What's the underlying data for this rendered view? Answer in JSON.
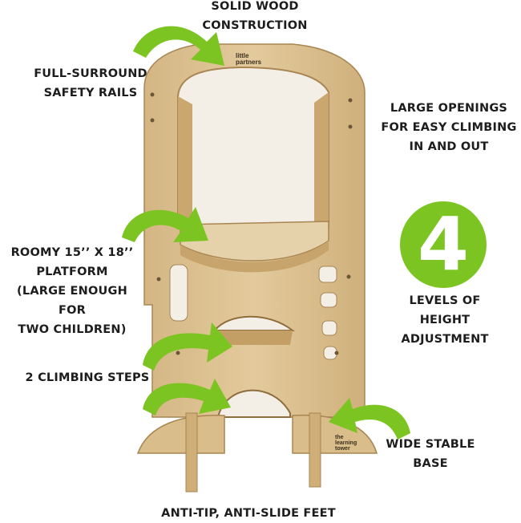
{
  "colors": {
    "accent_green": "#7cc421",
    "wood": "#dcc191",
    "wood_dark": "#b8955c",
    "text": "#1d1d1d"
  },
  "callouts": {
    "solid_wood": [
      "SOLID WOOD",
      "CONSTRUCTION"
    ],
    "safety_rails": [
      "FULL-SURROUND",
      "SAFETY RAILS"
    ],
    "large_openings": [
      "LARGE OPENINGS",
      "FOR EASY CLIMBING",
      "IN AND OUT"
    ],
    "platform": [
      "ROOMY 15’’ X 18’’",
      "PLATFORM",
      "(LARGE ENOUGH FOR",
      "TWO CHILDREN)"
    ],
    "levels": [
      "LEVELS OF",
      "HEIGHT",
      "ADJUSTMENT"
    ],
    "climbing_steps": [
      "2 CLIMBING STEPS"
    ],
    "stable_base": [
      "WIDE STABLE",
      "BASE"
    ],
    "feet": [
      "ANTI-TIP, ANTI-SLIDE FEET"
    ]
  },
  "badge": {
    "number": "4"
  },
  "product": {
    "top_logo": [
      "little",
      "partners"
    ],
    "base_logo": [
      "the",
      "learning",
      "tower"
    ]
  },
  "icons": [
    "curved-arrow-icon",
    "number-badge-icon"
  ]
}
